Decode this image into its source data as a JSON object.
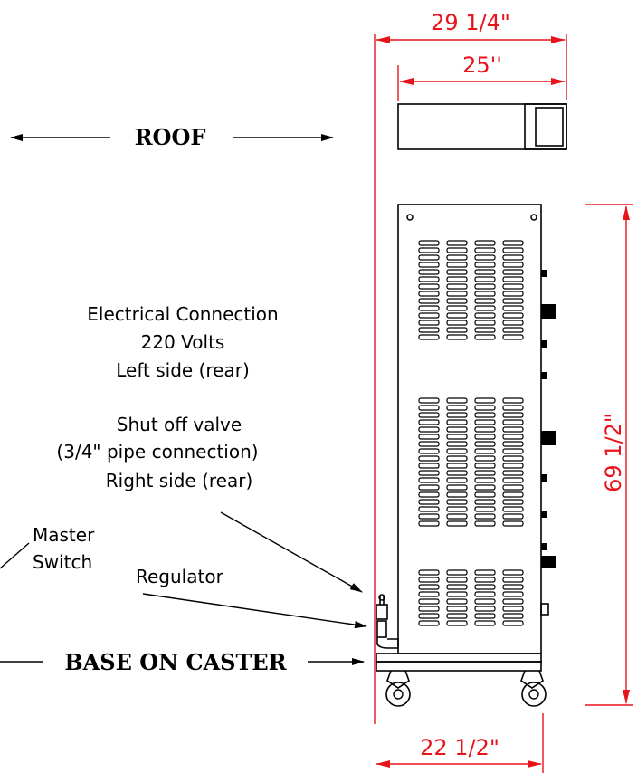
{
  "dimensions": {
    "overall_width": "29  1/4\"",
    "top_width": "25''",
    "height": "69  1/2\"",
    "base_width": "22  1/2\""
  },
  "labels": {
    "roof": "ROOF",
    "base": "BASE ON CASTER",
    "electrical": [
      "Electrical Connection",
      "220 Volts",
      "Left side (rear)"
    ],
    "shutoff": [
      "Shut off valve",
      "(3/4\" pipe connection)",
      "Right side (rear)"
    ],
    "master_switch": [
      "Master",
      "Switch"
    ],
    "regulator": "Regulator"
  },
  "colors": {
    "dimension": "#e8141c",
    "linework": "#000000"
  }
}
